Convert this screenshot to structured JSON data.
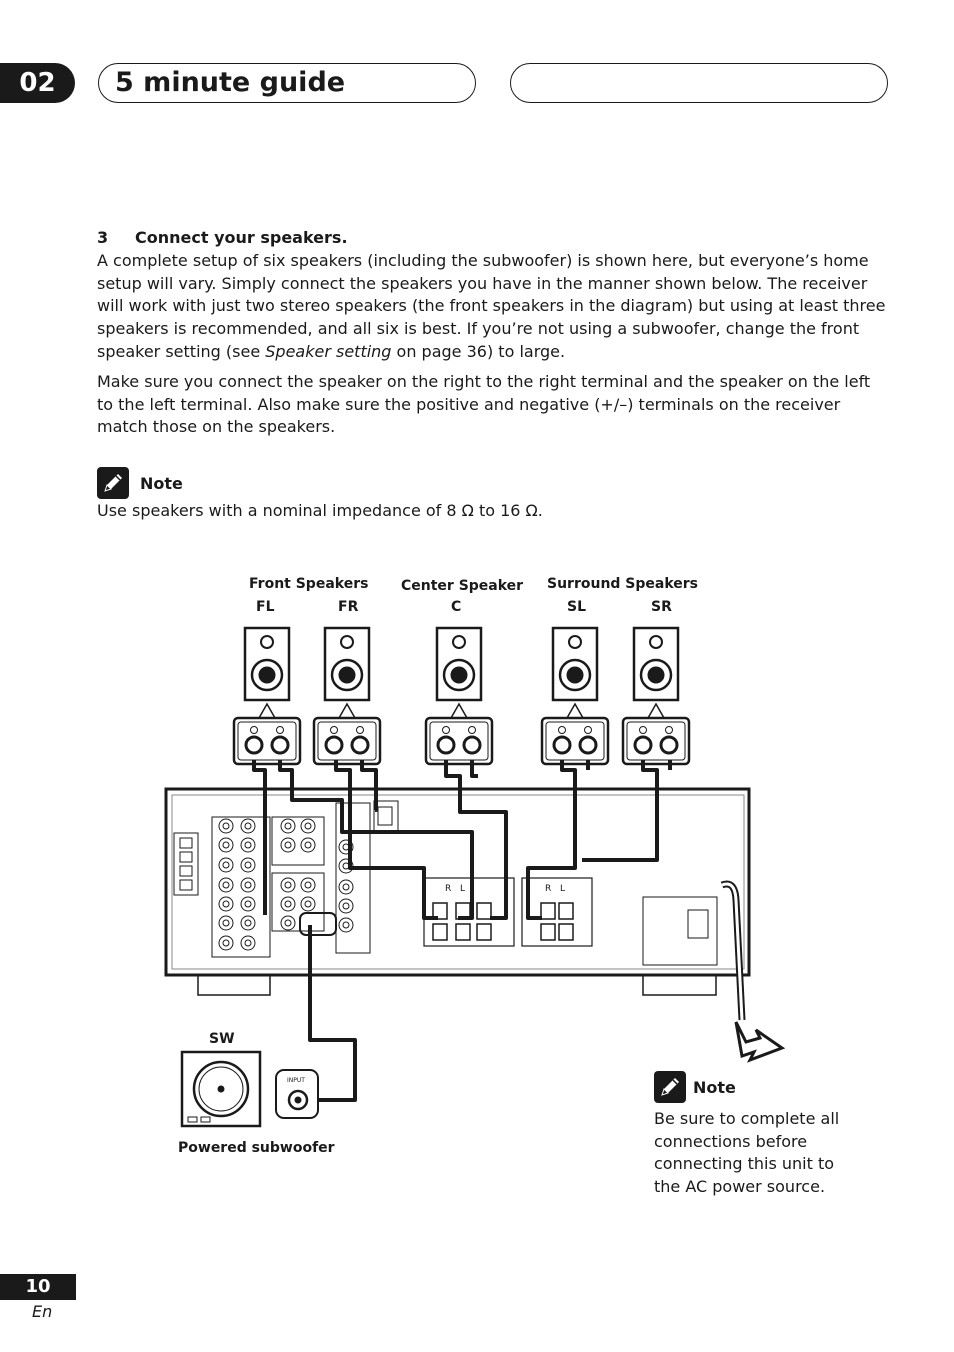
{
  "header": {
    "chapter": "02",
    "title": "5 minute guide"
  },
  "step": {
    "number": "3",
    "heading": "Connect your speakers.",
    "para1_a": "A complete setup of six speakers (including the subwoofer) is shown here, but everyone’s home setup will vary. Simply connect the speakers you have in the manner shown below. The receiver will work with just two stereo speakers (the front speakers in the diagram) but using at least three speakers is recommended, and all six is best. If you’re not using a subwoofer, change the front speaker setting (see ",
    "para1_italic": "Speaker setting",
    "para1_b": " on page 36) to large.",
    "para2": "Make sure you connect the speaker on the right to the right terminal and the speaker on the left to the left terminal. Also make sure the positive and negative (+/–) terminals on the receiver match those on the speakers."
  },
  "note1": {
    "label": "Note",
    "text": "Use speakers with a nominal impedance of 8 Ω to 16 Ω."
  },
  "diagram": {
    "front_group": "Front Speakers",
    "center_group": "Center Speaker",
    "surround_group": "Surround Speakers",
    "fl": "FL",
    "fr": "FR",
    "c": "C",
    "sl": "SL",
    "sr": "SR",
    "sw": "SW",
    "subwoofer_caption": "Powered subwoofer",
    "sub_input": "INPUT",
    "term_r": "R",
    "term_l": "L"
  },
  "note2": {
    "label": "Note",
    "text": "Be sure to complete all connections before connecting this unit to the AC power source."
  },
  "footer": {
    "page": "10",
    "lang": "En"
  }
}
